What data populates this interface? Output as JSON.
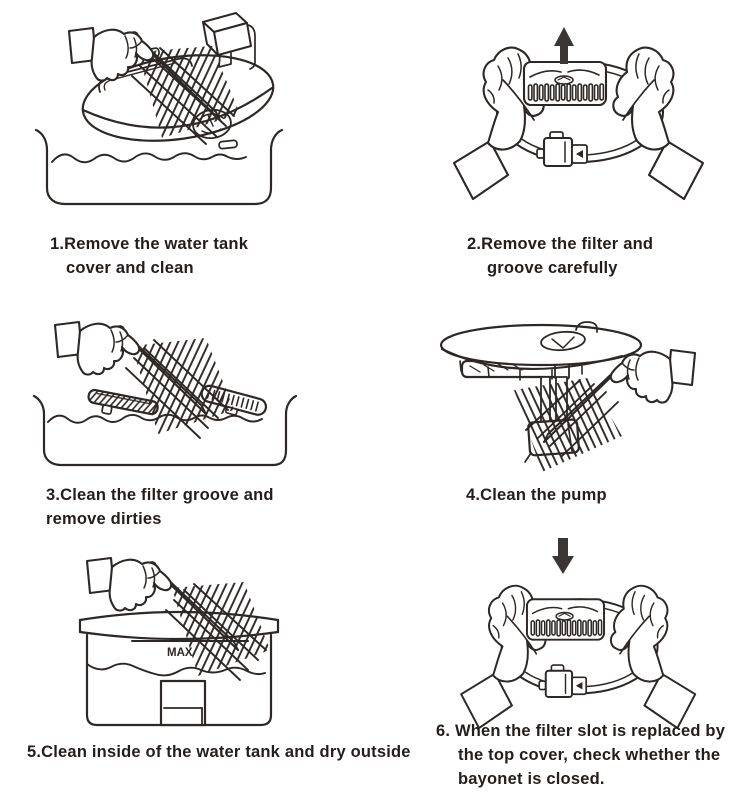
{
  "colors": {
    "line": "#2d2825",
    "arrow": "#3a3633",
    "text": "#231e1b",
    "background": "#ffffff"
  },
  "labels": {
    "max": "MAX"
  },
  "steps": [
    {
      "caption": [
        "1.Remove the water tank",
        "cover and clean"
      ]
    },
    {
      "caption": [
        "2.Remove the filter and",
        "groove carefully"
      ]
    },
    {
      "caption": [
        "3.Clean the filter groove and",
        "remove dirties"
      ]
    },
    {
      "caption": [
        "4.Clean the pump"
      ]
    },
    {
      "caption": [
        "5.Clean inside of the water tank and dry outside"
      ]
    },
    {
      "caption": [
        "6. When the filter slot is replaced by",
        "the top cover, check whether the",
        "bayonet is closed."
      ]
    }
  ]
}
